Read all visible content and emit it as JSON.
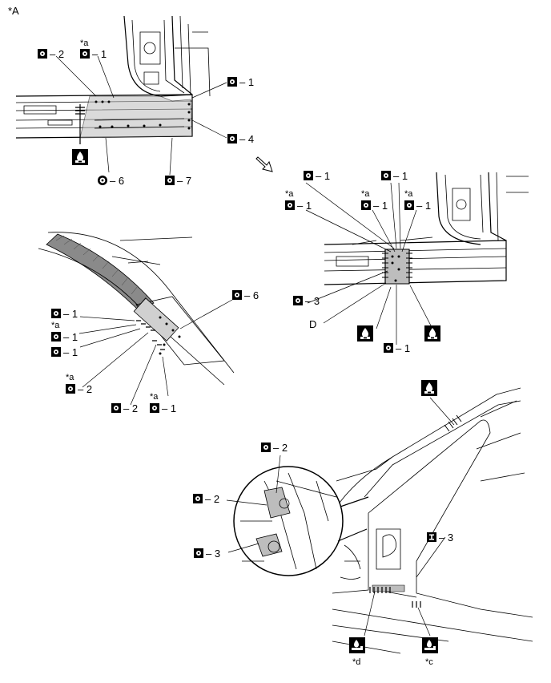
{
  "diagram_id": "*A",
  "view_top_left": {
    "callouts": [
      {
        "prefix": "",
        "symbol": "square-weld",
        "text": "2"
      },
      {
        "prefix": "*a",
        "symbol": "square-weld",
        "text": "1"
      },
      {
        "prefix": "",
        "symbol": "square-weld",
        "text": "1"
      },
      {
        "prefix": "",
        "symbol": "square-weld",
        "text": "4"
      },
      {
        "prefix": "",
        "symbol": "circle-weld",
        "text": "6"
      },
      {
        "prefix": "",
        "symbol": "square-weld",
        "text": "7"
      }
    ]
  },
  "view_top_right": {
    "callouts": [
      {
        "prefix": "",
        "symbol": "square-weld",
        "text": "1"
      },
      {
        "prefix": "",
        "symbol": "square-weld",
        "text": "1"
      },
      {
        "prefix": "*a",
        "symbol": "square-weld",
        "text": "1"
      },
      {
        "prefix": "*a",
        "symbol": "square-weld",
        "text": "1"
      },
      {
        "prefix": "*a",
        "symbol": "square-weld",
        "text": "1"
      },
      {
        "prefix": "",
        "symbol": "square-weld",
        "text": "3"
      },
      {
        "prefix": "",
        "symbol": "square-weld",
        "text": "1"
      }
    ],
    "letter_label": "D"
  },
  "view_middle_left": {
    "callouts": [
      {
        "prefix": "",
        "symbol": "square-weld",
        "text": "6"
      },
      {
        "prefix": "",
        "symbol": "square-weld",
        "text": "1"
      },
      {
        "prefix": "*a",
        "symbol": "square-weld",
        "text": "1"
      },
      {
        "prefix": "",
        "symbol": "square-weld",
        "text": "1"
      },
      {
        "prefix": "*a",
        "symbol": "square-weld",
        "text": "2"
      },
      {
        "prefix": "",
        "symbol": "square-weld",
        "text": "2"
      },
      {
        "prefix": "*a",
        "symbol": "square-weld",
        "text": "1"
      }
    ]
  },
  "view_bottom": {
    "callouts": [
      {
        "prefix": "",
        "symbol": "square-weld",
        "text": "2"
      },
      {
        "prefix": "",
        "symbol": "square-weld",
        "text": "2"
      },
      {
        "prefix": "",
        "symbol": "square-weld",
        "text": "3"
      },
      {
        "prefix": "",
        "symbol": "i-beam",
        "text": "3"
      }
    ],
    "sealer_notes": [
      "*d",
      "*c"
    ]
  }
}
